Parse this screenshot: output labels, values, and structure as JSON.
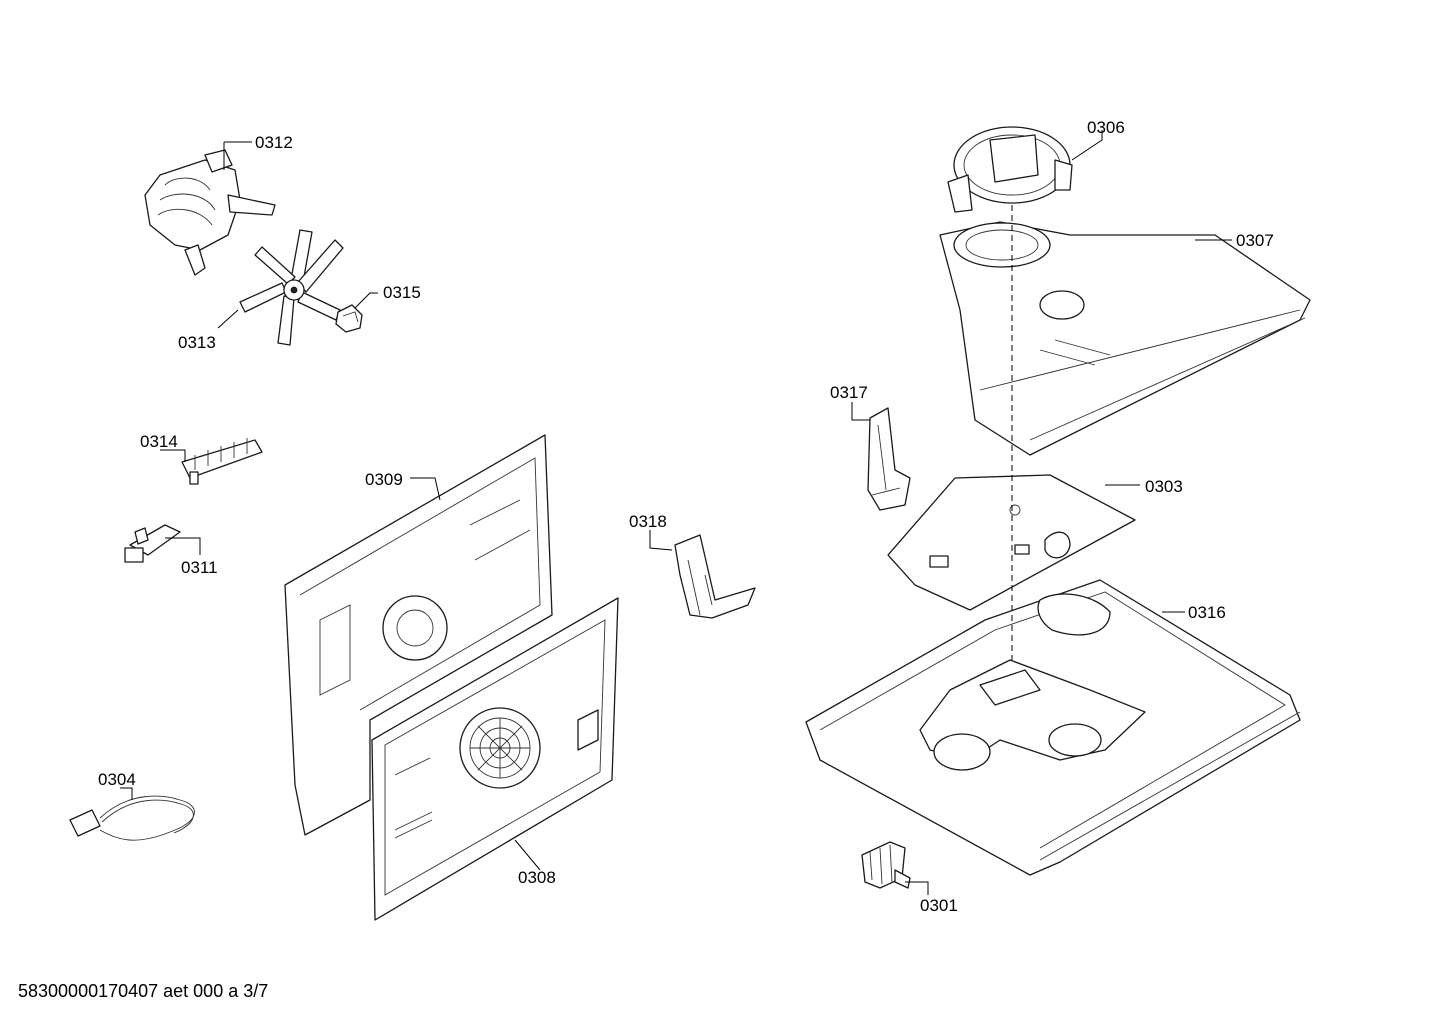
{
  "footer": {
    "document_id": "58300000170407 aet 000 a 3/7"
  },
  "parts": [
    {
      "key": "p0301",
      "label": "0301"
    },
    {
      "key": "p0303",
      "label": "0303"
    },
    {
      "key": "p0304",
      "label": "0304"
    },
    {
      "key": "p0306",
      "label": "0306"
    },
    {
      "key": "p0307",
      "label": "0307"
    },
    {
      "key": "p0308",
      "label": "0308"
    },
    {
      "key": "p0309",
      "label": "0309"
    },
    {
      "key": "p0311",
      "label": "0311"
    },
    {
      "key": "p0312",
      "label": "0312"
    },
    {
      "key": "p0313",
      "label": "0313"
    },
    {
      "key": "p0314",
      "label": "0314"
    },
    {
      "key": "p0315",
      "label": "0315"
    },
    {
      "key": "p0316",
      "label": "0316"
    },
    {
      "key": "p0317",
      "label": "0317"
    },
    {
      "key": "p0318",
      "label": "0318"
    }
  ]
}
